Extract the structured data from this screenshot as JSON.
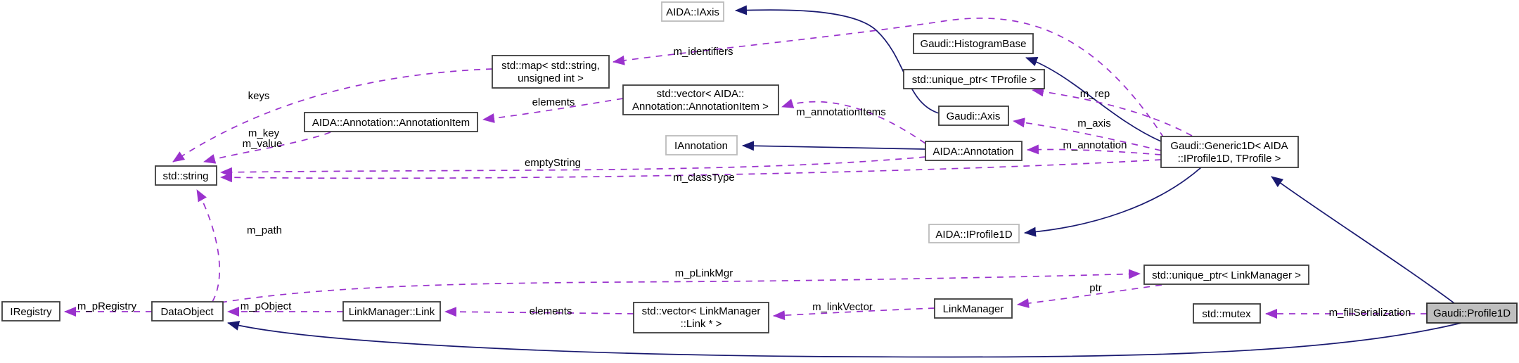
{
  "diagram": {
    "kind": "collaboration-graph",
    "focus_class": "Gaudi::Profile1D"
  },
  "colors": {
    "background": "#ffffff",
    "node_fill": "#ffffff",
    "node_border": "#3c3c3c",
    "external_node_border": "#bcbcbc",
    "focus_node_fill": "#bfbfbf",
    "inheritance_edge": "#191970",
    "usage_edge": "#9a32cd",
    "text": "#000000"
  },
  "nodes": {
    "iaxis": {
      "label": "AIDA::IAxis"
    },
    "histbase": {
      "label": "Gaudi::HistogramBase"
    },
    "stdmap": {
      "line1": "std::map< std::string,",
      "line2": "unsigned int >"
    },
    "uptr_tprofile": {
      "label": "std::unique_ptr< TProfile >"
    },
    "vec_annitem": {
      "line1": "std::vector< AIDA::",
      "line2": "Annotation::AnnotationItem >"
    },
    "gaudi_axis": {
      "label": "Gaudi::Axis"
    },
    "annitem": {
      "label": "AIDA::Annotation::AnnotationItem"
    },
    "iannotation": {
      "label": "IAnnotation"
    },
    "annotation": {
      "label": "AIDA::Annotation"
    },
    "generic1d": {
      "line1": "Gaudi::Generic1D< AIDA",
      "line2": "::IProfile1D, TProfile >"
    },
    "stdstring": {
      "label": "std::string"
    },
    "iprofile1d": {
      "label": "AIDA::IProfile1D"
    },
    "uptr_linkmgr": {
      "label": "std::unique_ptr< LinkManager >"
    },
    "iregistry": {
      "label": "IRegistry"
    },
    "dataobject": {
      "label": "DataObject"
    },
    "link": {
      "label": "LinkManager::Link"
    },
    "vec_link": {
      "line1": "std::vector< LinkManager",
      "line2": "::Link * >"
    },
    "linkmanager": {
      "label": "LinkManager"
    },
    "stdmutex": {
      "label": "std::mutex"
    },
    "profile1d": {
      "label": "Gaudi::Profile1D"
    }
  },
  "edge_labels": {
    "m_identifiers": "m_identifiers",
    "keys": "keys",
    "elements_top": "elements",
    "m_annotationItems": "m_annotationItems",
    "m_key": "m_key",
    "m_value": "m_value",
    "emptyString": "emptyString",
    "m_classType": "m_classType",
    "m_rep": "m_rep",
    "m_axis": "m_axis",
    "m_annotation": "m_annotation",
    "m_path": "m_path",
    "m_pLinkMgr": "m_pLinkMgr",
    "m_pRegistry": "m_pRegistry",
    "m_pObject": "m_pObject",
    "elements_bottom": "elements",
    "m_linkVector": "m_linkVector",
    "ptr": "ptr",
    "m_fillSerialization": "m_fillSerialization"
  }
}
